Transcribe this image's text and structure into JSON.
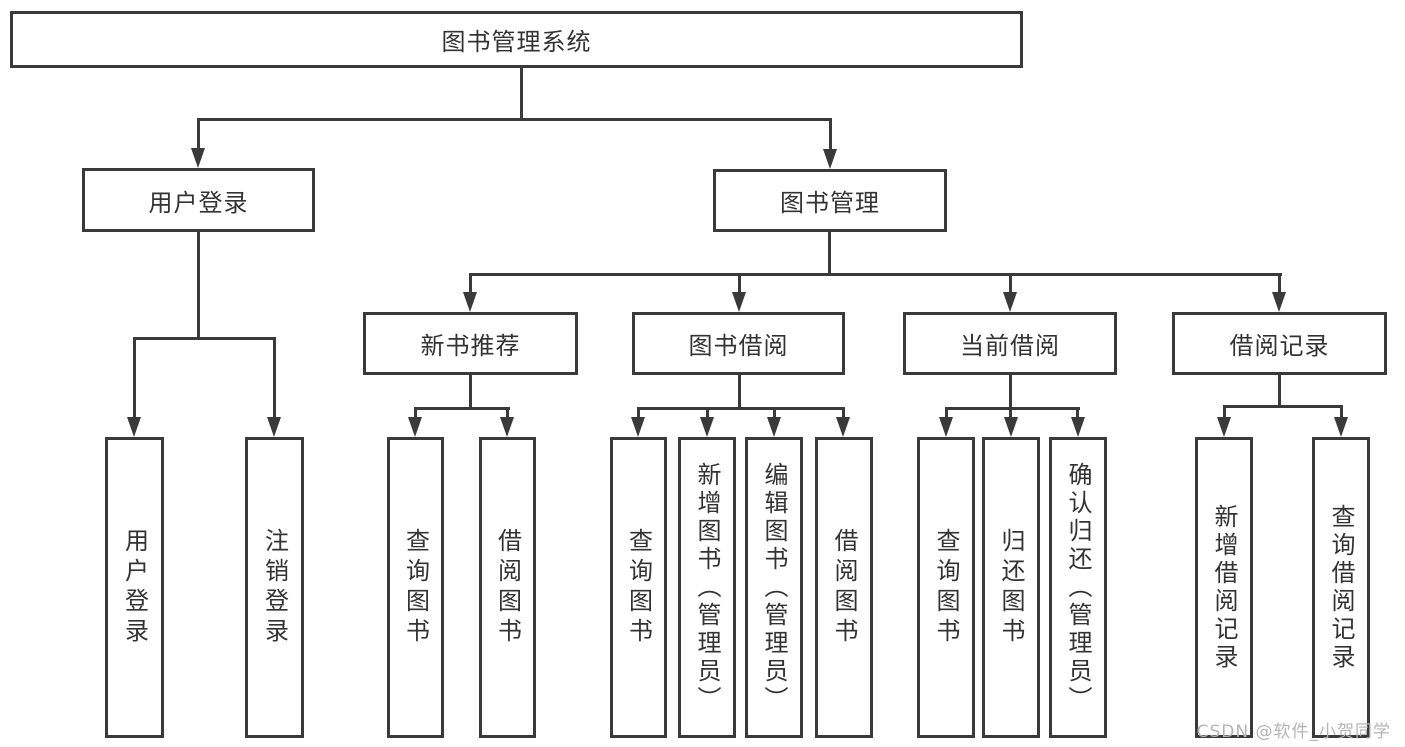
{
  "tree": {
    "root": "图书管理系统",
    "branches": [
      {
        "label": "用户登录",
        "children": [
          "用户登录",
          "注销登录"
        ]
      },
      {
        "label": "图书管理",
        "sub": [
          {
            "label": "新书推荐",
            "children": [
              "查询图书",
              "借阅图书"
            ]
          },
          {
            "label": "图书借阅",
            "children": [
              "查询图书",
              "新增图书（管理员）",
              "编辑图书（管理员）",
              "借阅图书"
            ]
          },
          {
            "label": "当前借阅",
            "children": [
              "查询图书",
              "归还图书",
              "确认归还（管理员）"
            ]
          },
          {
            "label": "借阅记录",
            "children": [
              "新增借阅记录",
              "查询借阅记录"
            ]
          }
        ]
      }
    ]
  },
  "watermark": {
    "text": "CSDN @软件_小贺同学"
  },
  "colors": {
    "line": "#3a3a3a",
    "border": "#3a3a3a",
    "text": "#333333",
    "watermark_gray": "#b4b4b4",
    "background": "#ffffff"
  }
}
